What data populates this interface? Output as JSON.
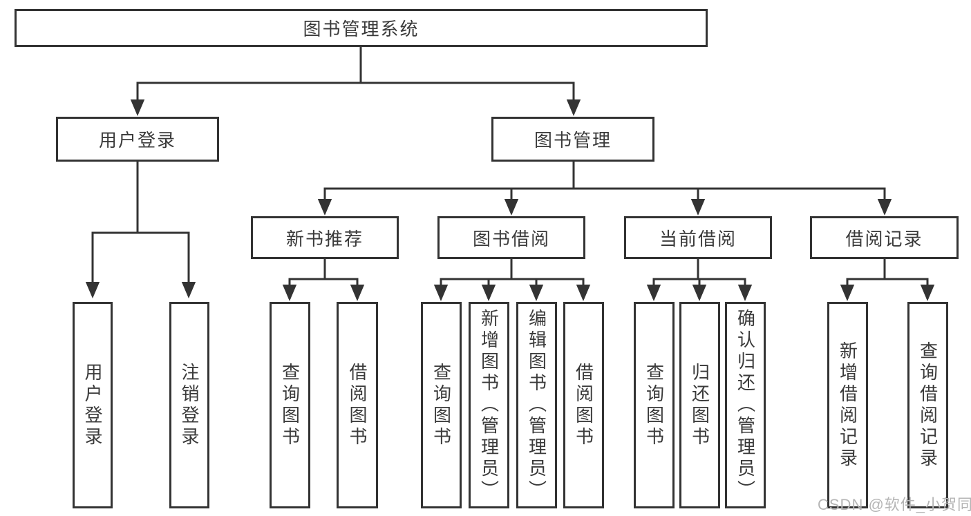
{
  "colors": {
    "line": "#333333",
    "box_border": "#333333",
    "text": "#3a3a3a",
    "background": "#ffffff",
    "watermark_text": "#b5b5b5"
  },
  "watermark": {
    "label": "CSDN @软件_小贺同学"
  },
  "tree": {
    "root": {
      "label": "图书管理系统",
      "children": [
        {
          "label": "用户登录",
          "children": [
            {
              "label": "用户登录"
            },
            {
              "label": "注销登录"
            }
          ]
        },
        {
          "label": "图书管理",
          "children": [
            {
              "label": "新书推荐",
              "children": [
                {
                  "label": "查询图书"
                },
                {
                  "label": "借阅图书"
                }
              ]
            },
            {
              "label": "图书借阅",
              "children": [
                {
                  "label": "查询图书"
                },
                {
                  "label": "新增图书（管理员）"
                },
                {
                  "label": "编辑图书（管理员）"
                },
                {
                  "label": "借阅图书"
                }
              ]
            },
            {
              "label": "当前借阅",
              "children": [
                {
                  "label": "查询图书"
                },
                {
                  "label": "归还图书"
                },
                {
                  "label": "确认归还（管理员）"
                }
              ]
            },
            {
              "label": "借阅记录",
              "children": [
                {
                  "label": "新增借阅记录"
                },
                {
                  "label": "查询借阅记录"
                }
              ]
            }
          ]
        }
      ]
    }
  }
}
